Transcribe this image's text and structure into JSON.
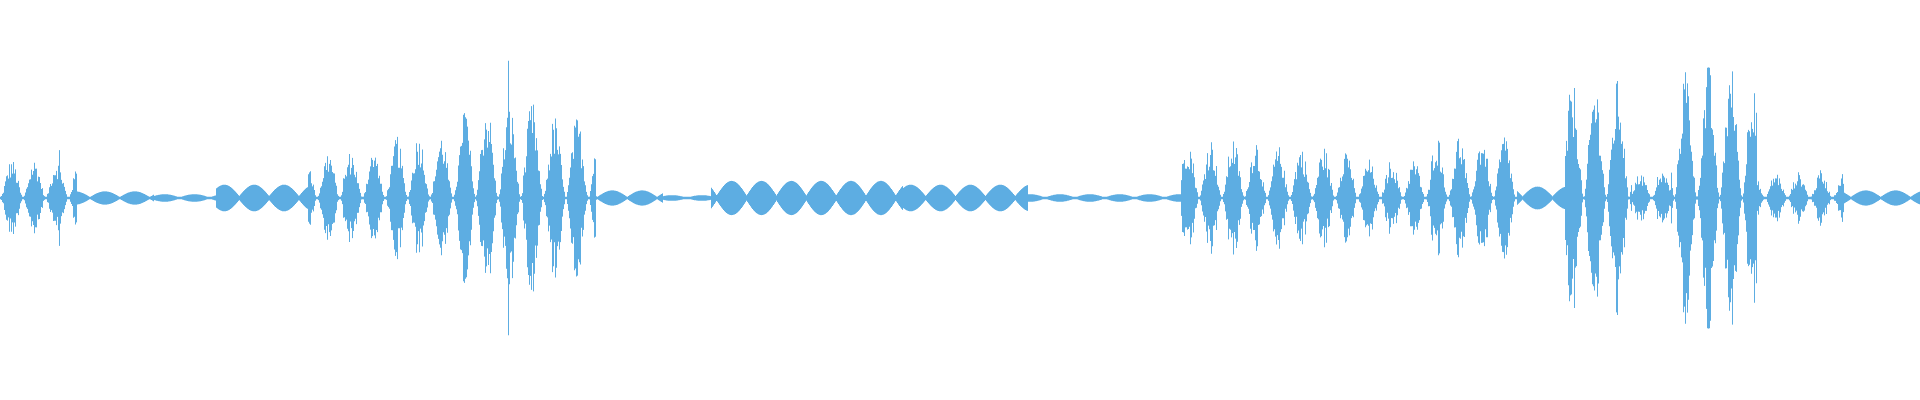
{
  "waveform": {
    "color": "#5dade2",
    "background": "#ffffff",
    "duration_fraction_note": "",
    "segments": [
      {
        "start": 0.0,
        "end": 0.04,
        "amp": 0.18,
        "kind": "bursty"
      },
      {
        "start": 0.04,
        "end": 0.08,
        "amp": 0.035,
        "kind": "smooth"
      },
      {
        "start": 0.08,
        "end": 0.112,
        "amp": 0.02,
        "kind": "smooth"
      },
      {
        "start": 0.112,
        "end": 0.16,
        "amp": 0.07,
        "kind": "smooth"
      },
      {
        "start": 0.16,
        "end": 0.205,
        "amp": 0.22,
        "kind": "bursty"
      },
      {
        "start": 0.205,
        "end": 0.24,
        "amp": 0.3,
        "kind": "bursty"
      },
      {
        "start": 0.24,
        "end": 0.28,
        "amp": 0.45,
        "kind": "bursty"
      },
      {
        "start": 0.28,
        "end": 0.31,
        "amp": 0.38,
        "kind": "bursty"
      },
      {
        "start": 0.31,
        "end": 0.345,
        "amp": 0.04,
        "kind": "smooth"
      },
      {
        "start": 0.345,
        "end": 0.37,
        "amp": 0.015,
        "kind": "smooth"
      },
      {
        "start": 0.37,
        "end": 0.47,
        "amp": 0.09,
        "kind": "smooth"
      },
      {
        "start": 0.47,
        "end": 0.535,
        "amp": 0.07,
        "kind": "smooth"
      },
      {
        "start": 0.535,
        "end": 0.615,
        "amp": 0.02,
        "kind": "smooth"
      },
      {
        "start": 0.615,
        "end": 0.655,
        "amp": 0.28,
        "kind": "bursty"
      },
      {
        "start": 0.655,
        "end": 0.705,
        "amp": 0.24,
        "kind": "bursty"
      },
      {
        "start": 0.705,
        "end": 0.745,
        "amp": 0.18,
        "kind": "bursty"
      },
      {
        "start": 0.745,
        "end": 0.79,
        "amp": 0.3,
        "kind": "bursty"
      },
      {
        "start": 0.79,
        "end": 0.815,
        "amp": 0.06,
        "kind": "smooth"
      },
      {
        "start": 0.815,
        "end": 0.85,
        "amp": 0.55,
        "kind": "bursty"
      },
      {
        "start": 0.85,
        "end": 0.87,
        "amp": 0.12,
        "kind": "bursty"
      },
      {
        "start": 0.87,
        "end": 0.915,
        "amp": 0.62,
        "kind": "bursty"
      },
      {
        "start": 0.915,
        "end": 0.96,
        "amp": 0.12,
        "kind": "bursty"
      },
      {
        "start": 0.96,
        "end": 1.0,
        "amp": 0.04,
        "kind": "smooth"
      }
    ]
  }
}
